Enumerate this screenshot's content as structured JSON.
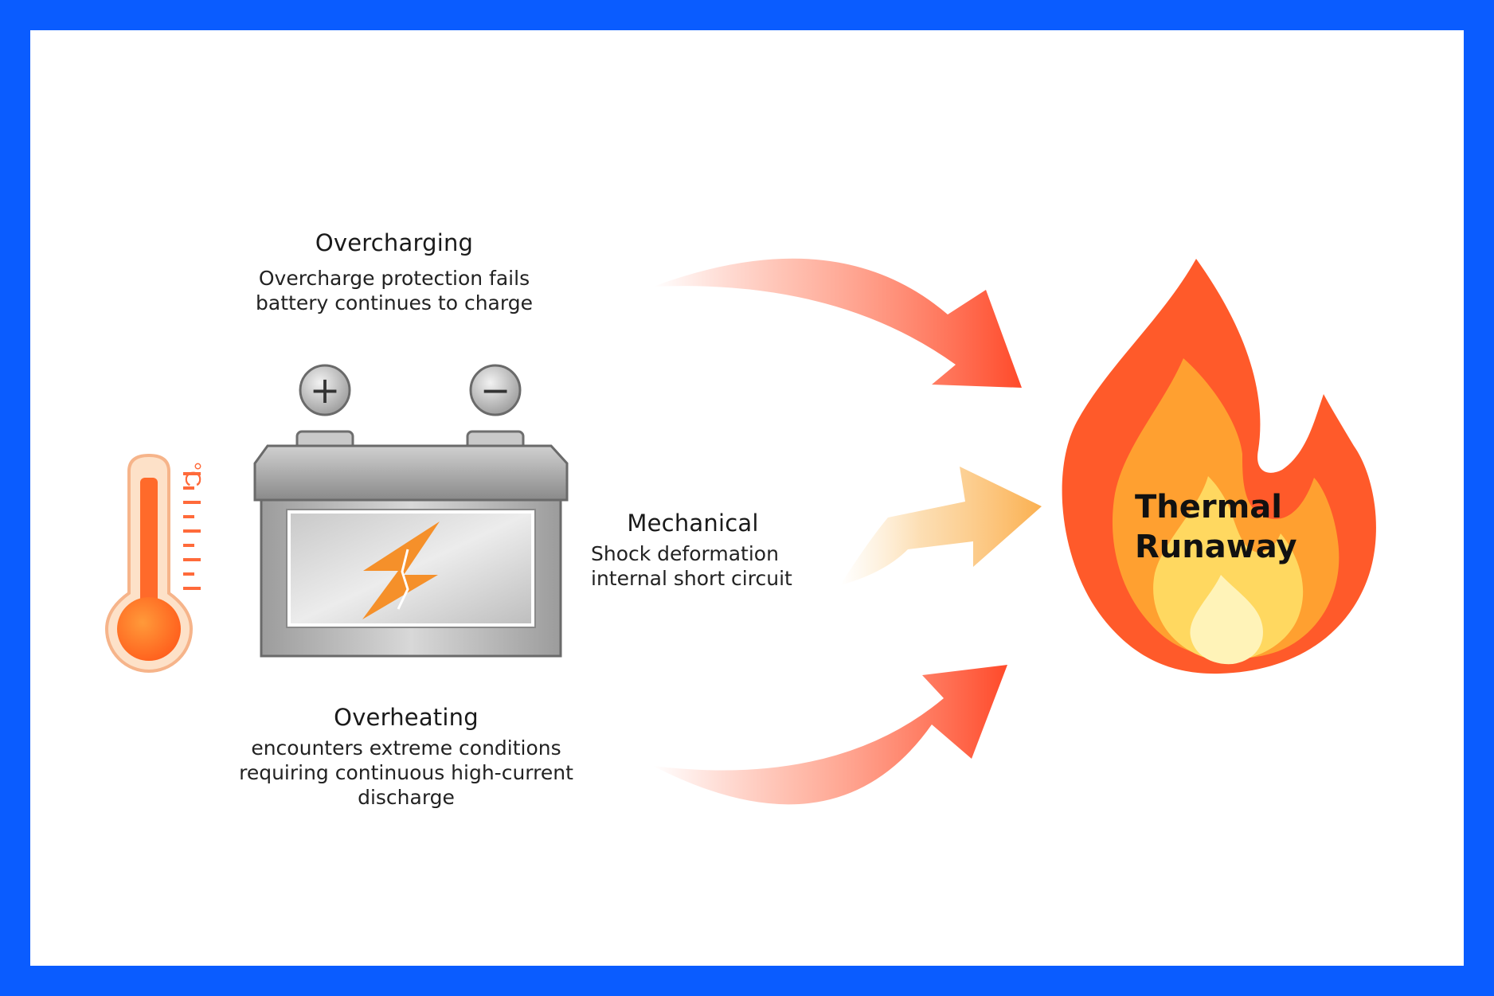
{
  "overcharging": {
    "title": "Overcharging",
    "desc": [
      "Overcharge protection fails",
      "battery continues to charge"
    ]
  },
  "mechanical": {
    "title": "Mechanical",
    "desc": [
      "Shock deformation",
      "internal short circuit"
    ]
  },
  "overheating": {
    "title": "Overheating",
    "desc": [
      "encounters extreme conditions",
      "requiring continuous high-current",
      "discharge"
    ]
  },
  "result": {
    "line1": "Thermal",
    "line2": "Runaway"
  },
  "battery": {
    "plus": "+",
    "minus": "−"
  },
  "thermometer": {
    "unit": "°C"
  },
  "colors": {
    "frame": "#0a5cff",
    "arrow": "#ff5a3a",
    "arrow_mid": "#fbb560",
    "flame_outer": "#ff5a2a",
    "flame_mid": "#ffa030",
    "flame_inner": "#ffd860",
    "flame_core": "#fff3b8"
  }
}
